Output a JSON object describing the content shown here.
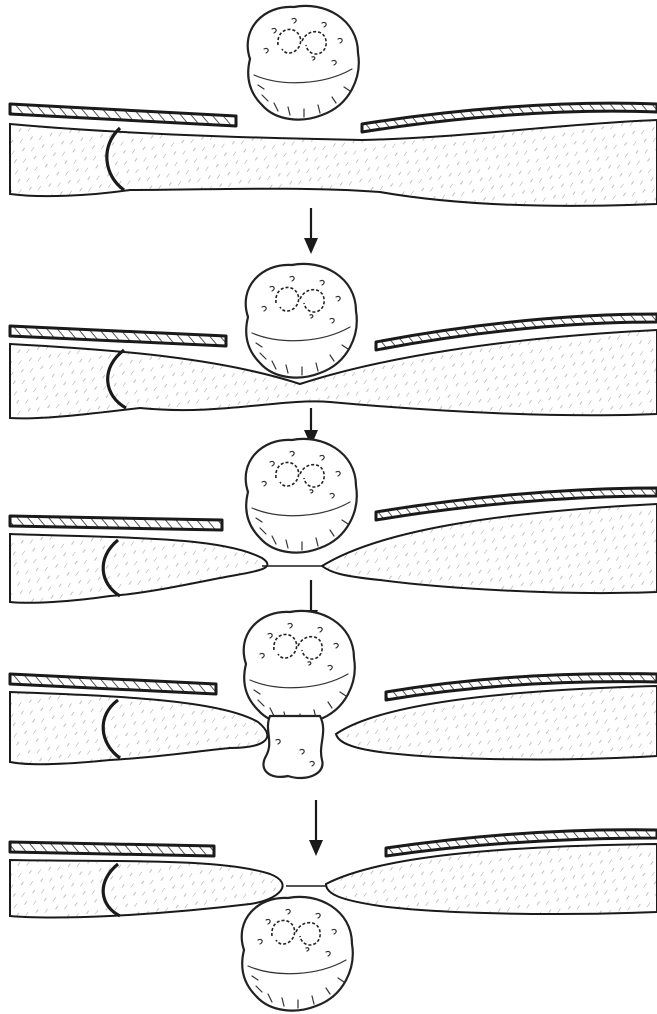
{
  "figure": {
    "kind": "staged illustration",
    "stages": [
      {
        "id": 1,
        "cell_position": "above"
      },
      {
        "id": 2,
        "cell_position": "pressing"
      },
      {
        "id": 3,
        "cell_position": "inserting"
      },
      {
        "id": 4,
        "cell_position": "squeezing"
      },
      {
        "id": 5,
        "cell_position": "below"
      }
    ],
    "arrows": 4,
    "colors": {
      "ink": "#1a1a1a",
      "paper": "#ffffff",
      "hatch": "#555555"
    }
  }
}
